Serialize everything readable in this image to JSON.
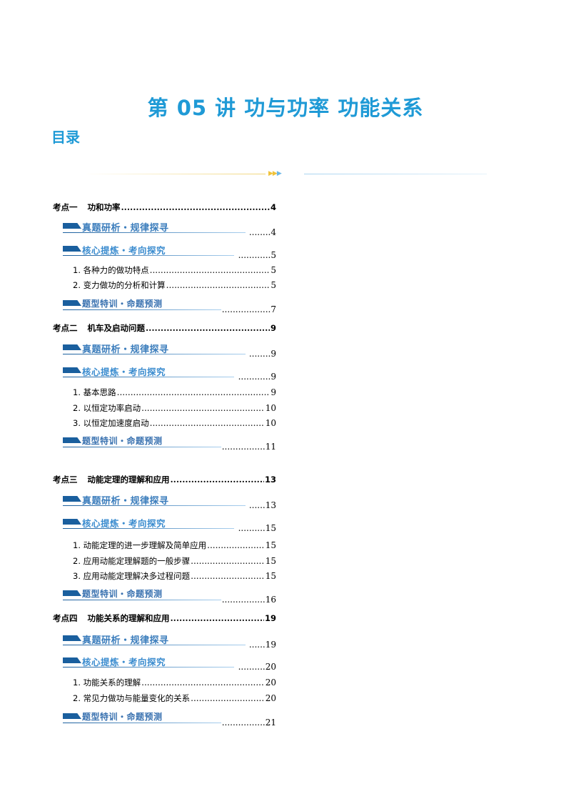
{
  "document": {
    "title": "第 05 讲  功与功率  功能关系",
    "toc_heading": "目录"
  },
  "banners": {
    "b1": "真题研析・规律探寻",
    "b2": "核心提炼・考向探究",
    "b3": "题型特训・命题预测"
  },
  "toc": [
    {
      "kind": "kaodian",
      "label": "考点一",
      "title": "功和功率",
      "page": "4"
    },
    {
      "kind": "banner",
      "type": "b1",
      "dots": "........",
      "page": "4"
    },
    {
      "kind": "banner",
      "type": "b2",
      "dots": "............",
      "page": "5"
    },
    {
      "kind": "sub",
      "text": "1. 各种力的做功特点",
      "page": "5"
    },
    {
      "kind": "sub",
      "text": "2. 变力做功的分析和计算",
      "page": "5"
    },
    {
      "kind": "banner",
      "type": "b3",
      "dots": "..................",
      "page": "7"
    },
    {
      "kind": "kaodian",
      "label": "考点二",
      "title": "机车及启动问题",
      "page": "9"
    },
    {
      "kind": "banner",
      "type": "b1",
      "dots": "........",
      "page": "9"
    },
    {
      "kind": "banner",
      "type": "b2",
      "dots": "............",
      "page": "9"
    },
    {
      "kind": "sub",
      "text": "1. 基本思路",
      "page": "9"
    },
    {
      "kind": "sub",
      "text": "2. 以恒定功率启动",
      "page": "10"
    },
    {
      "kind": "sub",
      "text": "3. 以恒定加速度启动",
      "page": "10"
    },
    {
      "kind": "banner",
      "type": "b3",
      "dots": "................",
      "page": "11"
    },
    {
      "kind": "kaodian",
      "label": "考点三",
      "title": "动能定理的理解和应用",
      "page": "13"
    },
    {
      "kind": "banner",
      "type": "b1",
      "dots": "......",
      "page": "13"
    },
    {
      "kind": "banner",
      "type": "b2",
      "dots": "..........",
      "page": "15"
    },
    {
      "kind": "sub",
      "text": "1. 动能定理的进一步理解及简单应用",
      "page": "15"
    },
    {
      "kind": "sub",
      "text": "2. 应用动能定理解题的一般步骤",
      "page": "15"
    },
    {
      "kind": "sub",
      "text": "3. 应用动能定理解决多过程问题",
      "page": "15"
    },
    {
      "kind": "banner",
      "type": "b3",
      "dots": "................",
      "page": "16"
    },
    {
      "kind": "kaodian",
      "label": "考点四",
      "title": "功能关系的理解和应用",
      "page": "19"
    },
    {
      "kind": "banner",
      "type": "b1",
      "dots": "......",
      "page": "19"
    },
    {
      "kind": "banner",
      "type": "b2",
      "dots": "..........",
      "page": "20"
    },
    {
      "kind": "sub",
      "text": "1. 功能关系的理解",
      "page": "20"
    },
    {
      "kind": "sub",
      "text": "2. 常见力做功与能量变化的关系",
      "page": "20"
    },
    {
      "kind": "banner",
      "type": "b3",
      "dots": "................",
      "page": "21"
    }
  ]
}
